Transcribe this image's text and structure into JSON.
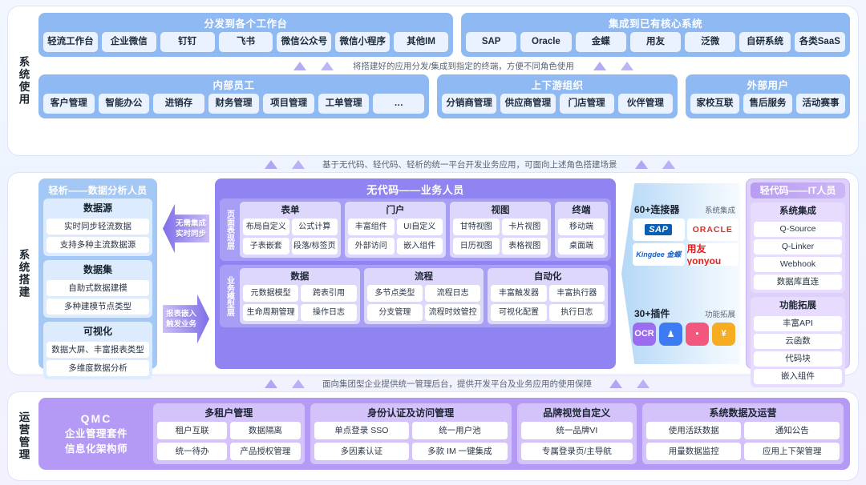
{
  "bands": {
    "use": {
      "label": "系统使用"
    },
    "build": {
      "label": "系统搭建"
    },
    "ops": {
      "label": "运营管理"
    }
  },
  "top": {
    "workbench": {
      "title": "分发到各个工作台",
      "items": [
        "轻流工作台",
        "企业微信",
        "钉钉",
        "飞书",
        "微信公众号",
        "微信小程序",
        "其他IM"
      ]
    },
    "core_systems": {
      "title": "集成到已有核心系统",
      "items": [
        "SAP",
        "Oracle",
        "金蝶",
        "用友",
        "泛微",
        "自研系统",
        "各类SaaS"
      ]
    },
    "connector_note": "将搭建好的应用分发/集成到指定的终端，方便不同角色使用",
    "internal": {
      "title": "内部员工",
      "items": [
        "客户管理",
        "智能办公",
        "进销存",
        "财务管理",
        "项目管理",
        "工单管理",
        "…"
      ]
    },
    "upstream": {
      "title": "上下游组织",
      "items": [
        "分销商管理",
        "供应商管理",
        "门店管理",
        "伙伴管理"
      ]
    },
    "external": {
      "title": "外部用户",
      "items": [
        "家校互联",
        "售后服务",
        "活动赛事"
      ]
    }
  },
  "mid_connector_note": "基于无代码、轻代码、轻析的统一平台开发业务应用，可面向上述角色搭建场景",
  "build": {
    "analyst": {
      "title": "轻析——数据分析人员",
      "cards": [
        {
          "title": "数据源",
          "items": [
            "实时同步轻流数据",
            "支持多种主流数据源"
          ]
        },
        {
          "title": "数据集",
          "items": [
            "自助式数据建模",
            "多种建模节点类型"
          ]
        },
        {
          "title": "可视化",
          "items": [
            "数据大屏、丰富报表类型",
            "多维度数据分析"
          ]
        }
      ]
    },
    "arrows": {
      "left": [
        "无需集成",
        "实时同步"
      ],
      "right": [
        "报表嵌入",
        "触发业务"
      ]
    },
    "center": {
      "title": "无代码——业务人员",
      "layers": [
        {
          "tag": "页面表现层",
          "modules": [
            {
              "title": "表单",
              "cols": 2,
              "items": [
                "布局自定义",
                "公式计算",
                "子表嵌套",
                "段落/标签页"
              ]
            },
            {
              "title": "门户",
              "cols": 2,
              "items": [
                "丰富组件",
                "UI自定义",
                "外部访问",
                "嵌入组件"
              ]
            },
            {
              "title": "视图",
              "cols": 2,
              "items": [
                "甘特视图",
                "卡片视图",
                "日历视图",
                "表格视图"
              ]
            },
            {
              "title": "终端",
              "cols": 1,
              "items": [
                "移动端",
                "桌面端"
              ]
            }
          ]
        },
        {
          "tag": "业务模型层",
          "modules": [
            {
              "title": "数据",
              "cols": 2,
              "items": [
                "元数据模型",
                "跨表引用",
                "生命周期管理",
                "操作日志"
              ]
            },
            {
              "title": "流程",
              "cols": 2,
              "items": [
                "多节点类型",
                "流程日志",
                "分支管理",
                "流程时效管控"
              ]
            },
            {
              "title": "自动化",
              "cols": 2,
              "items": [
                "丰富触发器",
                "丰富执行器",
                "可视化配置",
                "执行日志"
              ]
            }
          ]
        }
      ]
    },
    "integration": {
      "connectors": {
        "count_label": "60+连接器",
        "kind_label": "系统集成",
        "logos": [
          "SAP",
          "ORACLE",
          "Kingdee 金蝶",
          "用友 yonyou"
        ]
      },
      "plugins": {
        "count_label": "30+插件",
        "kind_label": "功能拓展",
        "icons": [
          "ocr-scan-icon",
          "signature-icon",
          "button-click-icon",
          "currency-yen-icon"
        ]
      }
    },
    "it": {
      "title": "轻代码——IT人员",
      "cards": [
        {
          "title": "系统集成",
          "items": [
            "Q-Source",
            "Q-Linker",
            "Webhook",
            "数据库直连"
          ]
        },
        {
          "title": "功能拓展",
          "items": [
            "丰富API",
            "云函数",
            "代码块",
            "嵌入组件"
          ]
        }
      ]
    }
  },
  "ops_connector_note": "面向集团型企业提供统一管理后台，提供开发平台及业务应用的使用保障",
  "ops": {
    "brand": {
      "line1": "QMC",
      "line2": "企业管理套件",
      "line3": "信息化架构师"
    },
    "cards": [
      {
        "title": "多租户管理",
        "cols": 2,
        "items": [
          "租户互联",
          "数据隔离",
          "统一待办",
          "产品授权管理"
        ]
      },
      {
        "title": "身份认证及访问管理",
        "cols": 2,
        "items": [
          "单点登录 SSO",
          "统一用户池",
          "多因素认证",
          "多款 IM 一键集成"
        ]
      },
      {
        "title": "品牌视觉自定义",
        "cols": 1,
        "items": [
          "统一品牌VI",
          "专属登录页/主导航"
        ]
      },
      {
        "title": "系统数据及运营",
        "cols": 2,
        "items": [
          "使用活跃数据",
          "通知公告",
          "用量数据监控",
          "应用上下架管理"
        ]
      }
    ]
  },
  "colors": {
    "blue_group": "#8fb9f2",
    "blue_chip": "#e9f2fe",
    "purple_center": "#8f84f2",
    "purple_ops": "#b49af5",
    "analyst_blue": "#a4c8f5",
    "it_purple": "#ddd0fb",
    "arrow_purple": "#7d6fe8"
  }
}
